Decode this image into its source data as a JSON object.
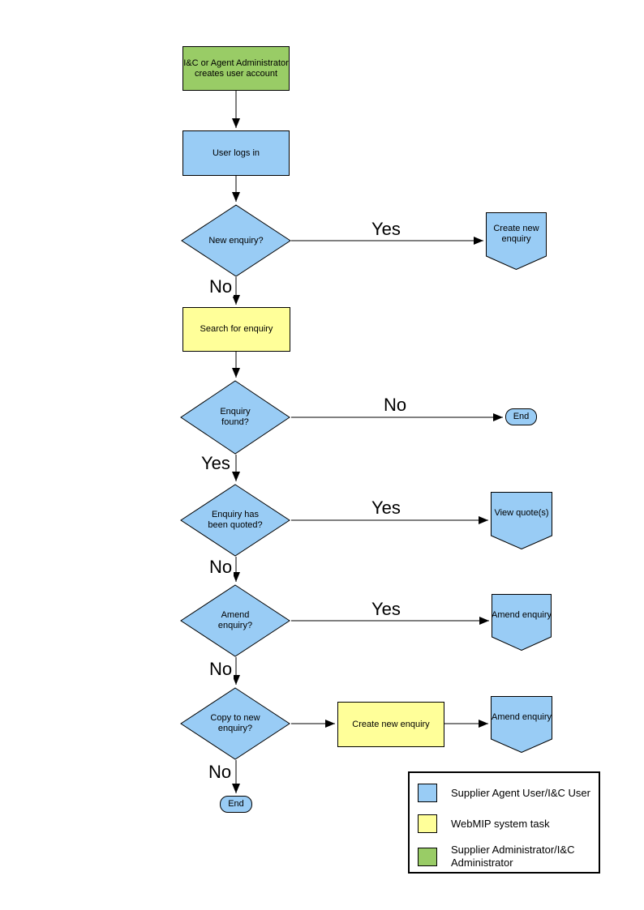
{
  "colors": {
    "user_blue": "#99CCF5",
    "task_yellow": "#FFFF99",
    "admin_green": "#99CC66"
  },
  "flowchart": {
    "nodes": {
      "admin_creates_account": {
        "label": "I&C or Agent Administrator\ncreates user account"
      },
      "user_logs_in": {
        "label": "User logs in"
      },
      "new_enquiry": {
        "label": "New enquiry?"
      },
      "create_new_enquiry_offpage": {
        "label": "Create new\nenquiry"
      },
      "search_for_enquiry": {
        "label": "Search for enquiry"
      },
      "enquiry_found": {
        "label": "Enquiry\nfound?"
      },
      "end_right": {
        "label": "End"
      },
      "enquiry_quoted": {
        "label": "Enquiry has\nbeen quoted?"
      },
      "view_quotes": {
        "label": "View quote(s)"
      },
      "amend_enquiry_q": {
        "label": "Amend\nenquiry?"
      },
      "amend_enquiry_offpage1": {
        "label": "Amend enquiry"
      },
      "copy_to_new_enquiry": {
        "label": "Copy to new\nenquiry?"
      },
      "create_new_enquiry_task": {
        "label": "Create new enquiry"
      },
      "amend_enquiry_offpage2": {
        "label": "Amend enquiry"
      },
      "end_bottom": {
        "label": "End"
      }
    },
    "edge_labels": {
      "new_enquiry_yes": "Yes",
      "new_enquiry_no": "No",
      "enquiry_found_no": "No",
      "enquiry_found_yes": "Yes",
      "quoted_yes": "Yes",
      "quoted_no": "No",
      "amend_yes": "Yes",
      "amend_no": "No",
      "copy_no": "No"
    }
  },
  "legend": {
    "items": [
      {
        "label": "Supplier Agent User/I&C User"
      },
      {
        "label": "WebMIP system task"
      },
      {
        "label": "Supplier Administrator/I&C\nAdministrator"
      }
    ]
  }
}
